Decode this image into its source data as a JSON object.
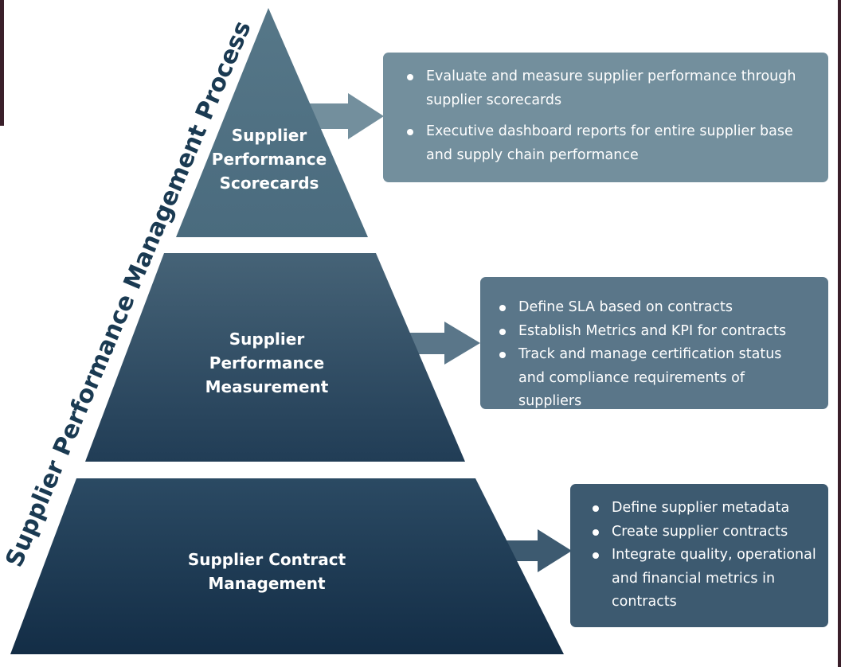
{
  "side_title": "Supplier Performance Management Process",
  "tiers": [
    {
      "id": "scorecards",
      "label_lines": [
        "Supplier",
        "Performance",
        "Scorecards"
      ],
      "color_top": "#567788",
      "color_bottom": "#4a6b7e",
      "box_color": "#738f9d",
      "bullets": [
        "Evaluate and measure supplier performance through supplier scorecards",
        "Executive dashboard reports for entire supplier base and supply chain performance"
      ]
    },
    {
      "id": "measurement",
      "label_lines": [
        "Supplier",
        "Performance",
        "Measurement"
      ],
      "color_top": "#466377",
      "color_bottom": "#213d56",
      "box_color": "#5a7689",
      "bullets": [
        "Define SLA based on contracts",
        "Establish Metrics and KPI for contracts",
        "Track and manage certification status and compliance requirements of suppliers"
      ]
    },
    {
      "id": "contract-management",
      "label_lines": [
        "Supplier Contract",
        "Management"
      ],
      "color_top": "#2b4a63",
      "color_bottom": "#132d46",
      "box_color": "#3d5a70",
      "bullets": [
        "Define supplier metadata",
        "Create supplier contracts",
        "Integrate quality, operational and financial metrics in contracts"
      ]
    }
  ]
}
